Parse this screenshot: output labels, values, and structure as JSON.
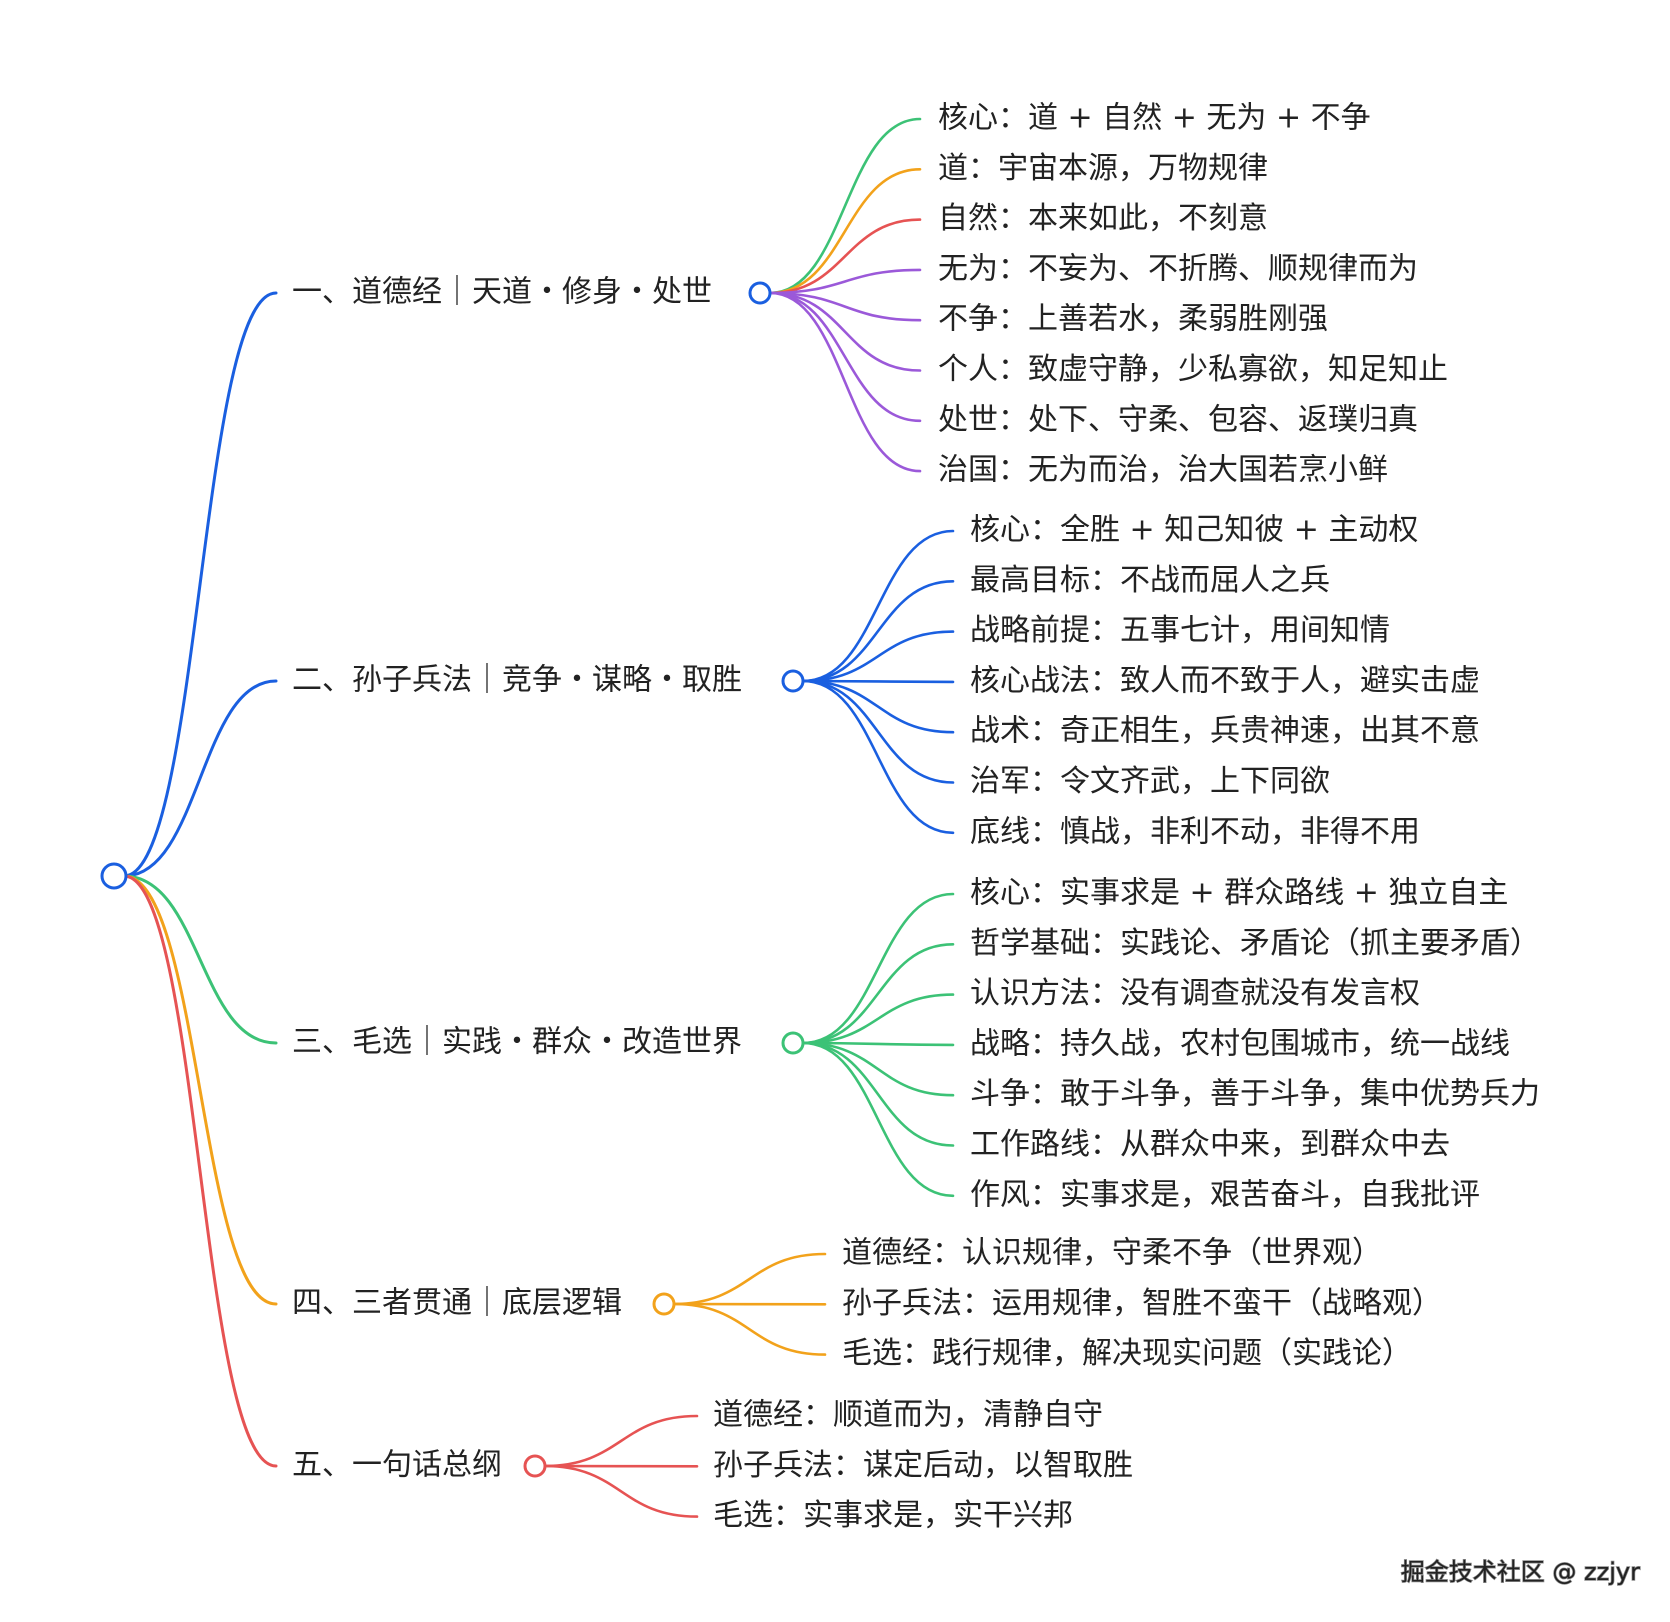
{
  "mindmap": {
    "root": {
      "label": "",
      "color": "#1a5fe0"
    },
    "branches": [
      {
        "label": "一、道德经｜天道・修身・处世",
        "color": "#1a5fe0",
        "children": [
          {
            "label": "核心：道 + 自然 + 无为 + 不争",
            "color": "#3cc276"
          },
          {
            "label": "道：宇宙本源，万物规律",
            "color": "#f2a21b"
          },
          {
            "label": "自然：本来如此，不刻意",
            "color": "#e65353"
          },
          {
            "label": "无为：不妄为、不折腾、顺规律而为",
            "color": "#9b59d9"
          },
          {
            "label": "不争：上善若水，柔弱胜刚强",
            "color": "#9b59d9"
          },
          {
            "label": "个人：致虚守静，少私寡欲，知足知止",
            "color": "#9b59d9"
          },
          {
            "label": "处世：处下、守柔、包容、返璞归真",
            "color": "#9b59d9"
          },
          {
            "label": "治国：无为而治，治大国若烹小鲜",
            "color": "#9b59d9"
          }
        ]
      },
      {
        "label": "二、孙子兵法｜竞争・谋略・取胜",
        "color": "#1a5fe0",
        "children": [
          {
            "label": "核心：全胜 + 知己知彼 + 主动权",
            "color": "#1a5fe0"
          },
          {
            "label": "最高目标：不战而屈人之兵",
            "color": "#1a5fe0"
          },
          {
            "label": "战略前提：五事七计，用间知情",
            "color": "#1a5fe0"
          },
          {
            "label": "核心战法：致人而不致于人，避实击虚",
            "color": "#1a5fe0"
          },
          {
            "label": "战术：奇正相生，兵贵神速，出其不意",
            "color": "#1a5fe0"
          },
          {
            "label": "治军：令文齐武，上下同欲",
            "color": "#1a5fe0"
          },
          {
            "label": "底线：慎战，非利不动，非得不用",
            "color": "#1a5fe0"
          }
        ]
      },
      {
        "label": "三、毛选｜实践・群众・改造世界",
        "color": "#3cc276",
        "children": [
          {
            "label": "核心：实事求是 + 群众路线 + 独立自主",
            "color": "#3cc276"
          },
          {
            "label": "哲学基础：实践论、矛盾论（抓主要矛盾）",
            "color": "#3cc276"
          },
          {
            "label": "认识方法：没有调查就没有发言权",
            "color": "#3cc276"
          },
          {
            "label": "战略：持久战，农村包围城市，统一战线",
            "color": "#3cc276"
          },
          {
            "label": "斗争：敢于斗争，善于斗争，集中优势兵力",
            "color": "#3cc276"
          },
          {
            "label": "工作路线：从群众中来，到群众中去",
            "color": "#3cc276"
          },
          {
            "label": "作风：实事求是，艰苦奋斗，自我批评",
            "color": "#3cc276"
          }
        ]
      },
      {
        "label": "四、三者贯通｜底层逻辑",
        "color": "#f2a21b",
        "children": [
          {
            "label": "道德经：认识规律，守柔不争（世界观）",
            "color": "#f2a21b"
          },
          {
            "label": "孙子兵法：运用规律，智胜不蛮干（战略观）",
            "color": "#f2a21b"
          },
          {
            "label": "毛选：践行规律，解决现实问题（实践论）",
            "color": "#f2a21b"
          }
        ]
      },
      {
        "label": "五、一句话总纲",
        "color": "#e65353",
        "children": [
          {
            "label": "道德经：顺道而为，清静自守",
            "color": "#e65353"
          },
          {
            "label": "孙子兵法：谋定后动，以智取胜",
            "color": "#e65353"
          },
          {
            "label": "毛选：实事求是，实干兴邦",
            "color": "#e65353"
          }
        ]
      }
    ]
  },
  "watermark": "掘金技术社区 @ zzjyr"
}
